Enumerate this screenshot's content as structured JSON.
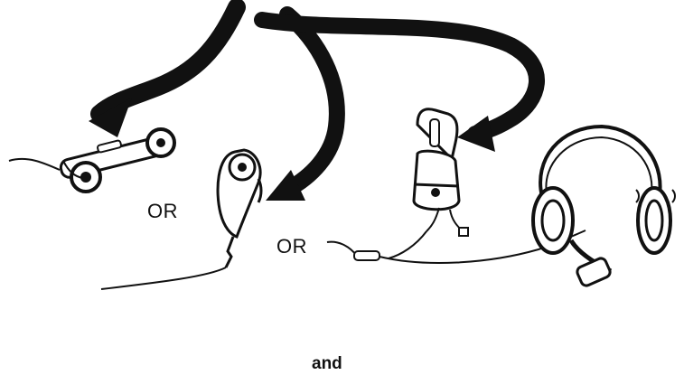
{
  "labels": {
    "or_left": "OR",
    "or_middle": "OR",
    "conjunction": "and"
  },
  "colors": {
    "ink": "#111111",
    "paper": "#ffffff"
  },
  "items": [
    {
      "icon": "telephone-handset-icon"
    },
    {
      "icon": "hand-microphone-icon"
    },
    {
      "icon": "throat-microphone-icon"
    },
    {
      "icon": "headset-icon"
    }
  ]
}
